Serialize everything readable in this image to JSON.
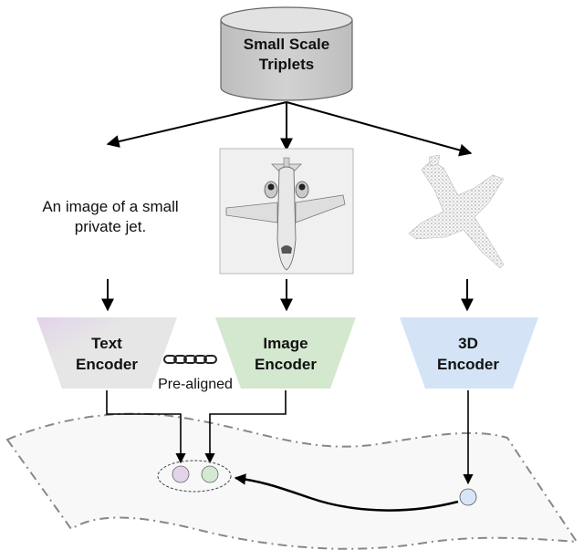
{
  "dataset": {
    "line1": "Small Scale",
    "line2": "Triplets"
  },
  "caption": {
    "line1": "An image of a small",
    "line2": "private jet."
  },
  "encoders": {
    "text": {
      "line1": "Text",
      "line2": "Encoder",
      "color": "#e6e6e6",
      "tint": "#e8d8ee"
    },
    "image": {
      "line1": "Image",
      "line2": "Encoder",
      "color": "#d3e8cf"
    },
    "three_d": {
      "line1": "3D",
      "line2": "Encoder",
      "color": "#d4e4f6"
    }
  },
  "link_label": "Pre-aligned",
  "embeddings": {
    "text_color": "#e3d4ea",
    "image_color": "#d4e9d2",
    "three_d_color": "#d7e5f7"
  },
  "icons": [
    "database-icon",
    "airplane-icon",
    "point-cloud-icon",
    "chain-link-icon"
  ]
}
